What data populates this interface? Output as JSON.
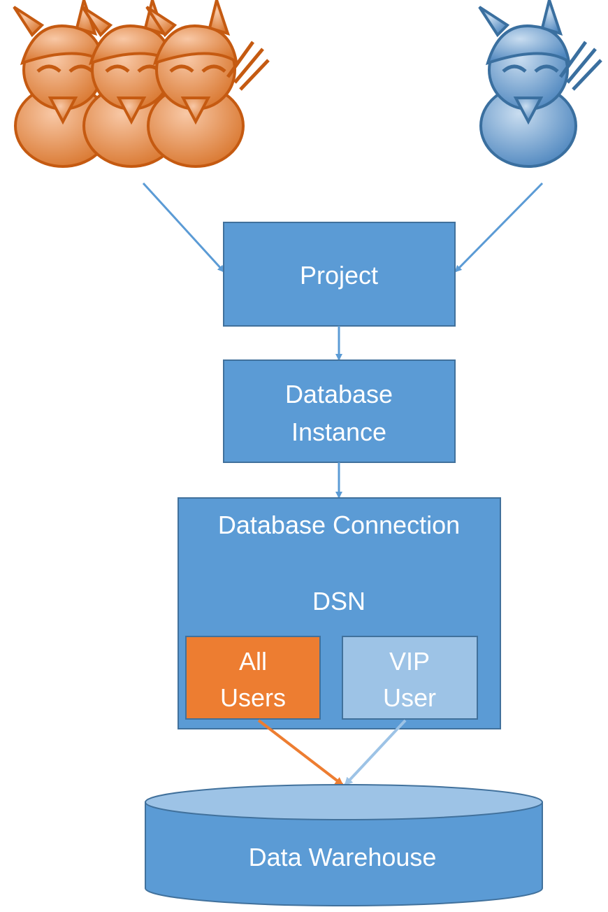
{
  "colors": {
    "box": "#5b9bd5",
    "box_border": "#41719c",
    "orange": "#ed7d31",
    "orange_dark": "#c55a11",
    "light_blue": "#9dc3e6",
    "arrow_blue": "#5b9bd5",
    "arrow_light": "#9dc3e6"
  },
  "icons": {
    "group": "ninja-group-icon",
    "vip": "ninja-vip-icon"
  },
  "nodes": {
    "project": "Project",
    "instance_line1": "Database",
    "instance_line2": "Instance",
    "connection": "Database Connection",
    "dsn": "DSN",
    "all_users_line1": "All",
    "all_users_line2": "Users",
    "vip_line1": "VIP",
    "vip_line2": "User",
    "warehouse": "Data Warehouse"
  }
}
